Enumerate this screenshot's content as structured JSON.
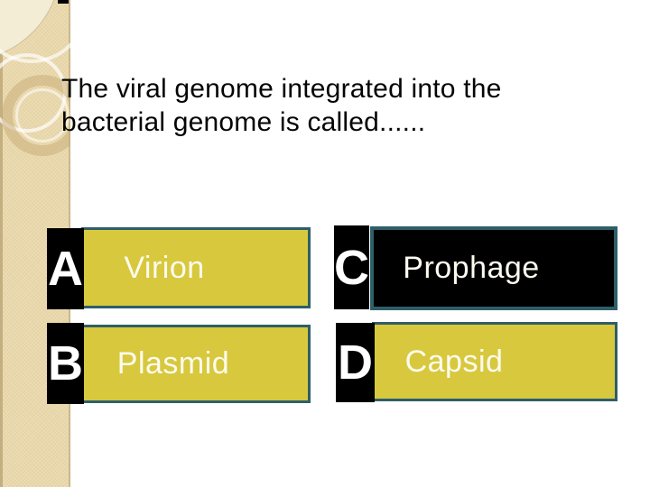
{
  "question": {
    "line1": "The viral genome integrated into the",
    "line2": "bacterial genome is called......"
  },
  "options": [
    {
      "letter": "A",
      "text": "Virion",
      "highlighted": false
    },
    {
      "letter": "B",
      "text": "Plasmid",
      "highlighted": false
    },
    {
      "letter": "C",
      "text": "Prophage",
      "highlighted": true
    },
    {
      "letter": "D",
      "text": "Capsid",
      "highlighted": false
    }
  ],
  "colors": {
    "answer_fill": "#d8c83e",
    "answer_border": "#2e5f68",
    "highlight_fill": "#000000",
    "letter_bg": "#000000",
    "letter_color": "#ffffff",
    "answer_text_color": "#fdfbef",
    "sidebar_fill": "#e9d8ab"
  }
}
